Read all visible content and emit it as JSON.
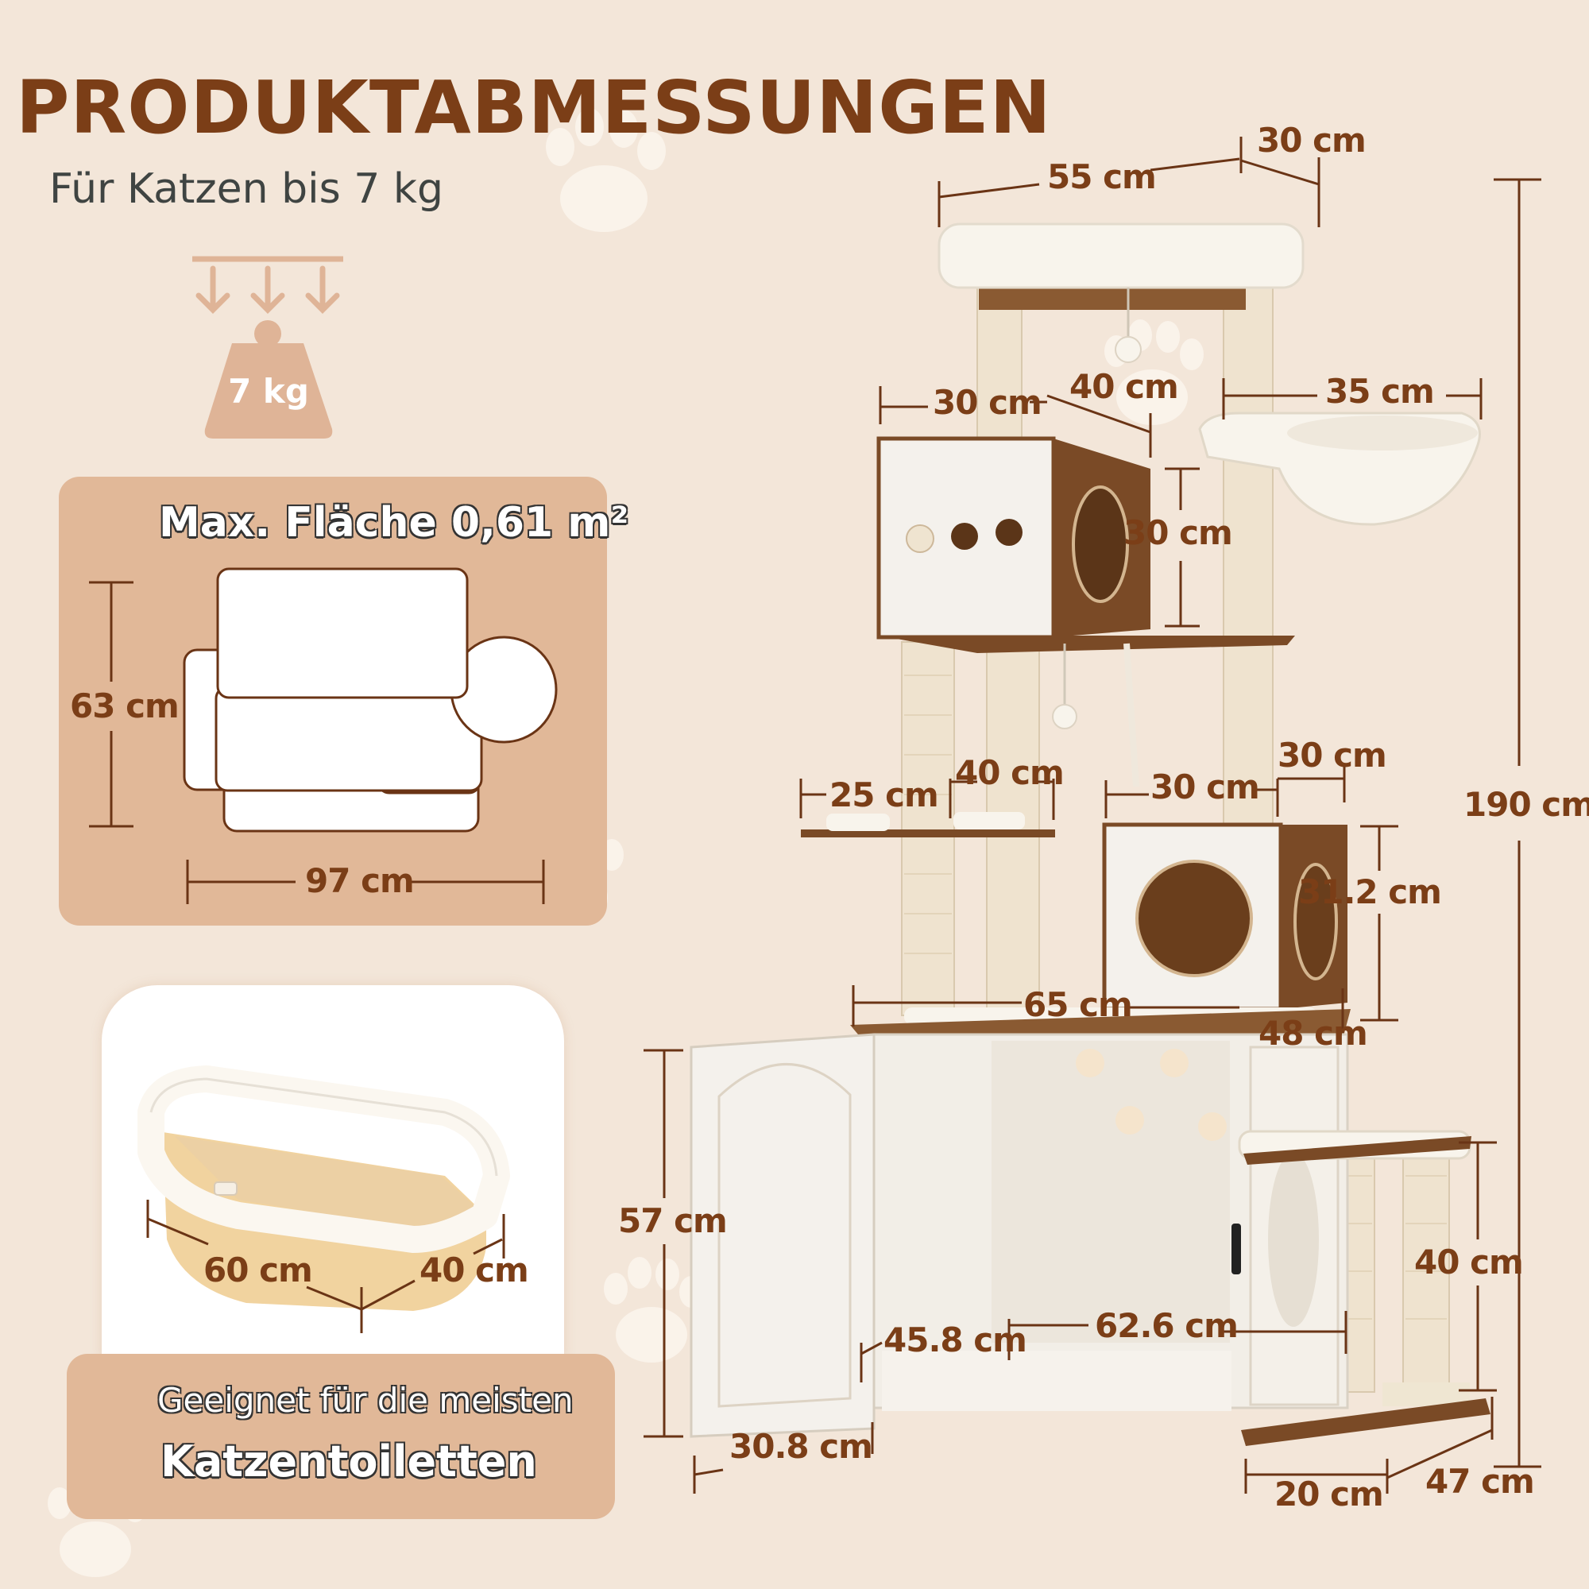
{
  "header": {
    "title": "PRODUKTABMESSUNGEN",
    "subtitle": "Für Katzen bis 7 kg",
    "weight_label": "7 kg"
  },
  "floor_area": {
    "title": "Max. Fläche 0,61 m²",
    "depth": "63 cm",
    "width": "97 cm"
  },
  "litter_box": {
    "length": "60 cm",
    "width": "40 cm",
    "caption_line1": "Geeignet für die meisten",
    "caption_line2": "Katzentoiletten"
  },
  "cat_tree": {
    "top_platform_width": "55 cm",
    "top_platform_depth": "30 cm",
    "total_height": "190 cm",
    "upper_box_width": "30 cm",
    "upper_box_depth": "40 cm",
    "upper_box_height": "30 cm",
    "hammock_width": "35 cm",
    "small_platform_width": "25 cm",
    "small_platform_depth": "40 cm",
    "lower_box_width": "30 cm",
    "lower_box_depth": "30 cm",
    "lower_box_height": "31.2 cm",
    "cabinet_width": "65 cm",
    "cabinet_depth": "48 cm",
    "cabinet_height": "57 cm",
    "inner_depth": "45.8 cm",
    "inner_width": "62.6 cm",
    "door_width": "30.8 cm",
    "side_post_height": "40 cm",
    "side_base_width": "20 cm",
    "side_base_depth": "47 cm"
  },
  "colors": {
    "background": "#f3e6d9",
    "accent_brown": "#7b3e17",
    "card_tan": "#e1b898",
    "wood": "#7a4a26",
    "plush": "#f7f2ea"
  }
}
